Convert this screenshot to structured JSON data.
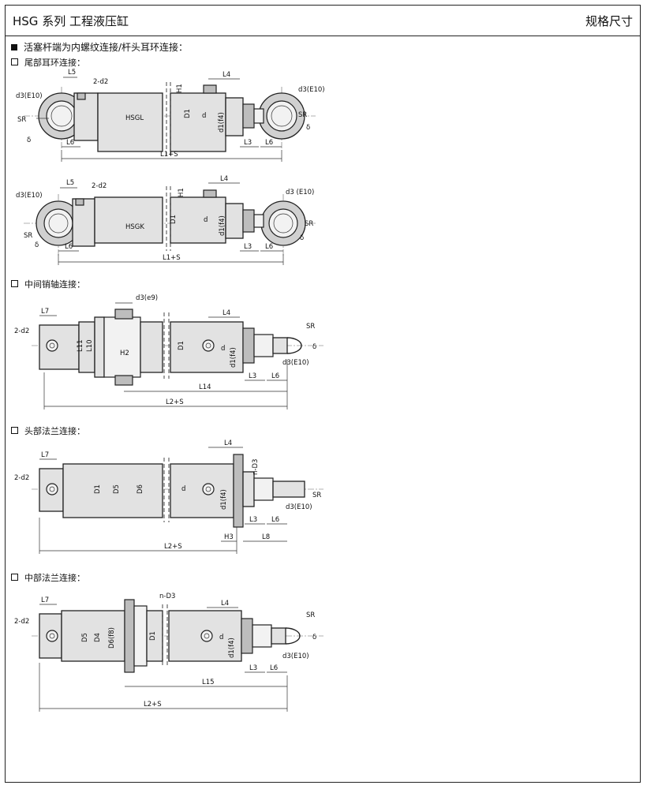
{
  "header": {
    "title": "HSG 系列  工程液压缸",
    "spec": "规格尺寸"
  },
  "main_heading": "活塞杆端为内螺纹连接/杆头耳环连接：",
  "sections": [
    {
      "title": "尾部耳环连接："
    },
    {
      "title": "中间销轴连接："
    },
    {
      "title": "头部法兰连接："
    },
    {
      "title": "中部法兰连接："
    }
  ],
  "d1": {
    "model": "HSGL",
    "labels": {
      "l5": "L5",
      "two_d2": "2-d2",
      "h1": "H1",
      "l4": "L4",
      "d3e10_left": "d3(E10)",
      "d3e10_right": "d3(E10)",
      "sr_left": "SR",
      "sr_right": "SR",
      "delta_left": "δ",
      "delta_right": "δ",
      "l6_left": "L6",
      "l6_right": "L6",
      "l3": "L3",
      "d1": "D1",
      "d": "d",
      "d1f": "d1(f4)",
      "total": "L1+S"
    }
  },
  "d2": {
    "model": "HSGK",
    "labels": {
      "l5": "L5",
      "two_d2": "2-d2",
      "h1": "H1",
      "l4": "L4",
      "d3e10_left": "d3(E10)",
      "d3e10_right": "d3 (E10)",
      "sr_left": "SR",
      "sr_right": "SR",
      "delta_left": "δ",
      "delta_right": "δ",
      "l6_left": "L6",
      "l6_right": "L6",
      "l3": "L3",
      "d1": "D1",
      "d": "d",
      "d1f": "d1(f4)",
      "total": "L1+S"
    }
  },
  "d3": {
    "labels": {
      "l7": "L7",
      "d3e9": "d3(e9)",
      "two_d2": "2-d2",
      "l11": "L11",
      "l10": "L10",
      "h2": "H2",
      "d1": "D1",
      "l4": "L4",
      "d": "d",
      "d1f": "d1(f4)",
      "sr": "SR",
      "delta": "δ",
      "d3e10": "d3(E10)",
      "l3": "L3",
      "l6": "L6",
      "l14": "L14",
      "total": "L2+S"
    }
  },
  "d4": {
    "labels": {
      "l7": "L7",
      "two_d2": "2-d2",
      "d1": "D1",
      "d5": "D5",
      "d6": "D6",
      "d": "d",
      "d1f": "d1(f4)",
      "l4": "L4",
      "nd3": "n-D3",
      "sr": "SR",
      "d3e10": "d3(E10)",
      "l3": "L3",
      "l6": "L6",
      "h3": "H3",
      "l8": "L8",
      "total": "L2+S"
    }
  },
  "d5": {
    "labels": {
      "l7": "L7",
      "nd3": "n-D3",
      "two_d2": "2-d2",
      "d5": "D5",
      "d4": "D4",
      "d6": "D6(f8)",
      "d1": "D1",
      "l4": "L4",
      "d": "d",
      "d1f": "d1(f4)",
      "sr": "SR",
      "delta": "δ",
      "d3e10": "d3(E10)",
      "l3": "L3",
      "l6": "L6",
      "l15": "L15",
      "total": "L2+S"
    }
  }
}
